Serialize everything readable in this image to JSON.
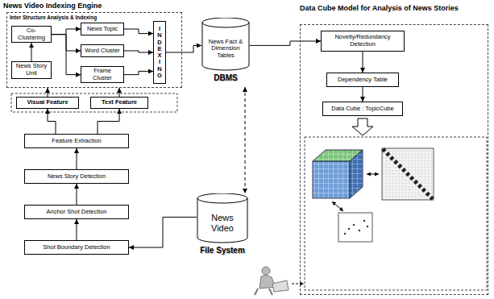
{
  "diagram": {
    "nodes": [
      {
        "text": [
          "Inter Structure Analysis & Indexing"
        ]
      },
      {
        "text": [
          "Co-Clustering"
        ],
        "in": 0
      },
      {
        "text": [
          "News Story Unit"
        ],
        "in": 0
      },
      {
        "text": [
          "News Topic"
        ],
        "in": 0
      },
      {
        "text": [
          "Word Cluster"
        ],
        "in": 0
      },
      {
        "text": [
          "Frame Cluster"
        ],
        "in": 0
      },
      {
        "text": [
          "INDEXING"
        ],
        "in": 0
      },
      {
        "text": [
          "Visual Feature"
        ]
      },
      {
        "text": [
          "Text Feature"
        ]
      },
      {
        "text": [
          "Feature Extraction"
        ]
      },
      {
        "text": [
          "News Story Detection"
        ]
      },
      {
        "text": [
          "Anchor Shot Detection"
        ]
      },
      {
        "text": [
          "Shot Boundary Detection"
        ]
      },
      {
        "text": [
          "News Fact & Dimension Tables",
          "DBMS"
        ]
      },
      {
        "text": [
          "News Video",
          "File System"
        ]
      },
      {
        "text": [
          "Data Cube Model for Analysis of News Stories"
        ]
      },
      {
        "text": [
          "Novelty/Redundancy Detection"
        ],
        "in": 15
      },
      {
        "text": [
          "Dependency Table"
        ],
        "in": 15
      },
      {
        "text": [
          "Data Cube : TopicCube"
        ],
        "in": 15
      }
    ],
    "edges": [
      {
        "from": 2,
        "to": 1,
        "arrow": "to"
      },
      {
        "from": 1,
        "to": 3,
        "arrow": "to"
      },
      {
        "from": 1,
        "to": 4,
        "arrow": "to"
      },
      {
        "from": 1,
        "to": 5,
        "arrow": "to"
      },
      {
        "from": 3,
        "to": 6,
        "arrow": "to"
      },
      {
        "from": 4,
        "to": 6,
        "arrow": "to"
      },
      {
        "from": 5,
        "to": 6,
        "arrow": "to"
      },
      {
        "from": 9,
        "to": 7,
        "arrow": "to"
      },
      {
        "from": 9,
        "to": 8,
        "arrow": "to"
      },
      {
        "from": 7,
        "to": 0,
        "arrow": "to"
      },
      {
        "from": 8,
        "to": 0,
        "arrow": "to"
      },
      {
        "from": 10,
        "to": 9,
        "arrow": "to"
      },
      {
        "from": 11,
        "to": 10,
        "arrow": "to"
      },
      {
        "from": 12,
        "to": 11,
        "arrow": "to"
      },
      {
        "from": 14,
        "to": 12,
        "arrow": "to"
      },
      {
        "from": 6,
        "to": 13,
        "arrow": "to"
      },
      {
        "from": 13,
        "to": 14,
        "arrow": "both"
      },
      {
        "from": 13,
        "to": 16,
        "arrow": "to"
      },
      {
        "from": 16,
        "to": 17,
        "arrow": "to"
      },
      {
        "from": 17,
        "to": 18,
        "arrow": "to"
      }
    ],
    "labels": [
      "News Video Indexing Engine"
    ]
  }
}
